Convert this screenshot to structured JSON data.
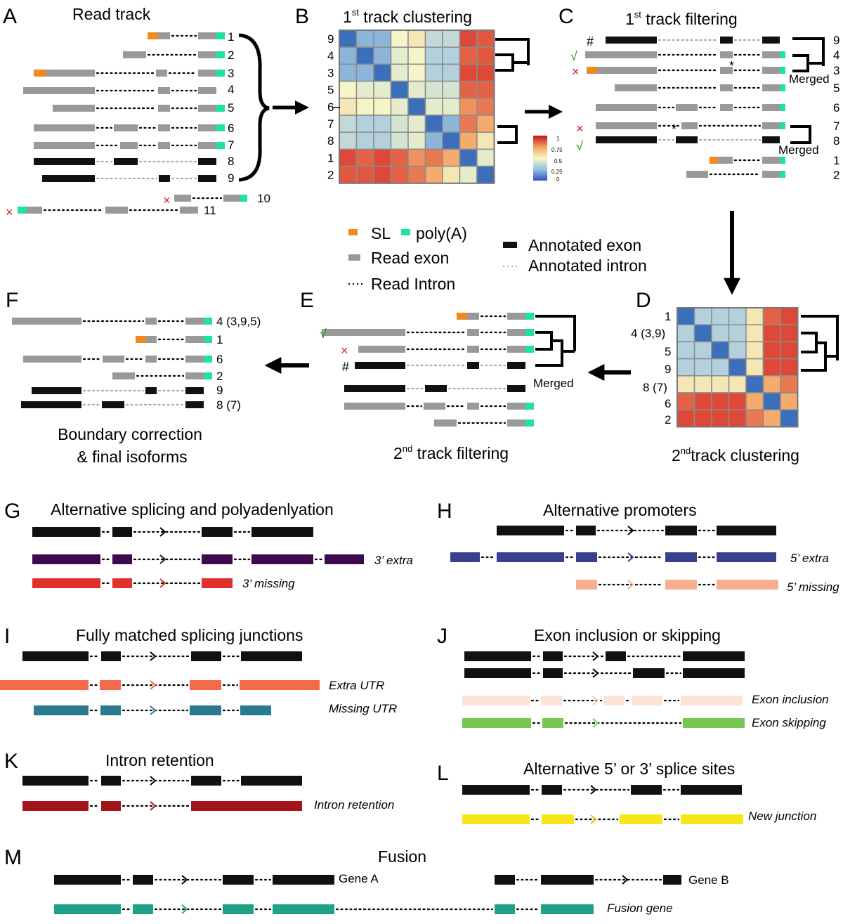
{
  "panel_labels": [
    "A",
    "B",
    "C",
    "D",
    "E",
    "F",
    "G",
    "H",
    "I",
    "J",
    "K",
    "L",
    "M"
  ],
  "titles": {
    "A": "Read track",
    "B_pre": "1",
    "B_sup": "st",
    "B_post": " track clustering",
    "C_pre": "1",
    "C_sup": "st",
    "C_post": " track filtering",
    "D_pre": "2",
    "D_sup": "nd",
    "D_post": "track clustering",
    "E_pre": "2",
    "E_sup": "nd",
    "E_post": " track filtering",
    "F_line1": "Boundary correction",
    "F_line2": "& final isoforms",
    "G": "Alternative splicing and polyadenlyation",
    "H": "Alternative promoters",
    "I": "Fully matched splicing junctions",
    "J": "Exon inclusion or skipping",
    "K": "Intron retention",
    "L": "Alternative 5’ or 3’ splice sites",
    "M": "Fusion"
  },
  "legend": {
    "sl": "SL",
    "polya": "poly(A)",
    "read_exon": "Read exon",
    "read_intron": "Read Intron",
    "annot_exon": "Annotated exon",
    "annot_intron": "Annotated intron"
  },
  "read_numbers_A": [
    "1",
    "2",
    "3",
    "4",
    "5",
    "6",
    "7",
    "8",
    "9",
    "10",
    "11"
  ],
  "panelB_rows": [
    "9",
    "4",
    "3",
    "5",
    "6",
    "7",
    "8",
    "1",
    "2"
  ],
  "colorbar_ticks": [
    "1",
    "0.75",
    "0.5",
    "0.25",
    "0"
  ],
  "panelC_rows": [
    "9",
    "4",
    "3",
    "5",
    "6",
    "7",
    "8",
    "1",
    "2"
  ],
  "panelC_merged": [
    "Merged",
    "Merged"
  ],
  "panelD_rows": [
    "1",
    "4 (3,9)",
    "5",
    "9",
    "8 (7)",
    "6",
    "2"
  ],
  "panelE_merged": "Merged",
  "panelF_rows": [
    "4 (3,9,5)",
    "1",
    "6",
    "2",
    "9",
    "8 (7)"
  ],
  "marks": {
    "hash": "#",
    "check": "√",
    "cross": "×",
    "star": "*"
  },
  "isoform_labels": {
    "extra3": "3’ extra",
    "missing3": "3’ missing",
    "extra5": "5’ extra",
    "missing5": "5’ missing",
    "extra_utr": "Extra UTR",
    "missing_utr": "Missing UTR",
    "exon_inclusion": "Exon inclusion",
    "exon_skipping": "Exon skipping",
    "intron_retention": "Intron retention",
    "new_junction": "New junction",
    "gene_a": "Gene A",
    "gene_b": "Gene B",
    "fusion_gene": "Fusion gene"
  },
  "colors": {
    "sl": "#f08a1c",
    "polya": "#20e39a",
    "read": "#999999",
    "annot": "#111111",
    "purple": "#3e0a4e",
    "red": "#e0322a",
    "navy": "#3a3f8f",
    "salmon": "#f8ad8f",
    "coral": "#f4694a",
    "teal": "#2a7a90",
    "peach": "#fbe3d6",
    "green": "#78c850",
    "darkred": "#a3151a",
    "yellow": "#f9e51e",
    "fusion": "#1ea389",
    "heat_low": "#3b6fbc",
    "heat_high": "#d7302a"
  },
  "heatmapB": [
    [
      0,
      0.2,
      0.2,
      0.5,
      0.55,
      0.35,
      0.35,
      0.95,
      0.92
    ],
    [
      0.2,
      0,
      0.2,
      0.45,
      0.5,
      0.3,
      0.3,
      0.9,
      0.92
    ],
    [
      0.2,
      0.2,
      0,
      0.45,
      0.5,
      0.3,
      0.3,
      0.95,
      0.95
    ],
    [
      0.5,
      0.45,
      0.45,
      0,
      0.45,
      0.4,
      0.4,
      0.9,
      0.9
    ],
    [
      0.55,
      0.5,
      0.5,
      0.45,
      0,
      0.45,
      0.45,
      0.8,
      0.85
    ],
    [
      0.35,
      0.3,
      0.3,
      0.4,
      0.45,
      0,
      0.2,
      0.85,
      0.75
    ],
    [
      0.35,
      0.3,
      0.3,
      0.4,
      0.45,
      0.2,
      0,
      0.75,
      0.55
    ],
    [
      0.95,
      0.9,
      0.95,
      0.9,
      0.8,
      0.85,
      0.75,
      0,
      0.45
    ],
    [
      0.92,
      0.92,
      0.95,
      0.9,
      0.85,
      0.75,
      0.55,
      0.45,
      0
    ]
  ],
  "heatmapD": [
    [
      0,
      0.3,
      0.3,
      0.3,
      0.55,
      0.9,
      0.95
    ],
    [
      0.3,
      0,
      0.3,
      0.3,
      0.55,
      0.95,
      0.95
    ],
    [
      0.3,
      0.3,
      0,
      0.3,
      0.55,
      0.95,
      0.95
    ],
    [
      0.3,
      0.3,
      0.3,
      0,
      0.55,
      0.95,
      0.95
    ],
    [
      0.55,
      0.55,
      0.55,
      0.55,
      0,
      0.75,
      0.85
    ],
    [
      0.9,
      0.95,
      0.95,
      0.95,
      0.75,
      0,
      0.75
    ],
    [
      0.95,
      0.95,
      0.95,
      0.95,
      0.85,
      0.75,
      0
    ]
  ]
}
